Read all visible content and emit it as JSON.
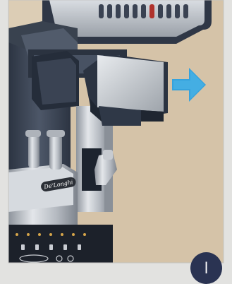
{
  "colors": {
    "background_wall": "#d5c3a8",
    "outer_frame": "#e2e2e0",
    "arrow_blue": "#36a3dd",
    "step_badge": "#2a3352",
    "machine_dark": "#3b4453",
    "machine_silver": "#c8cbd0"
  },
  "illustration": {
    "brand_logo_text": "De'Longhi",
    "arrow_direction": "right",
    "icon": "coffee-machine-drip-tray-removal"
  },
  "step": {
    "label": "l"
  }
}
